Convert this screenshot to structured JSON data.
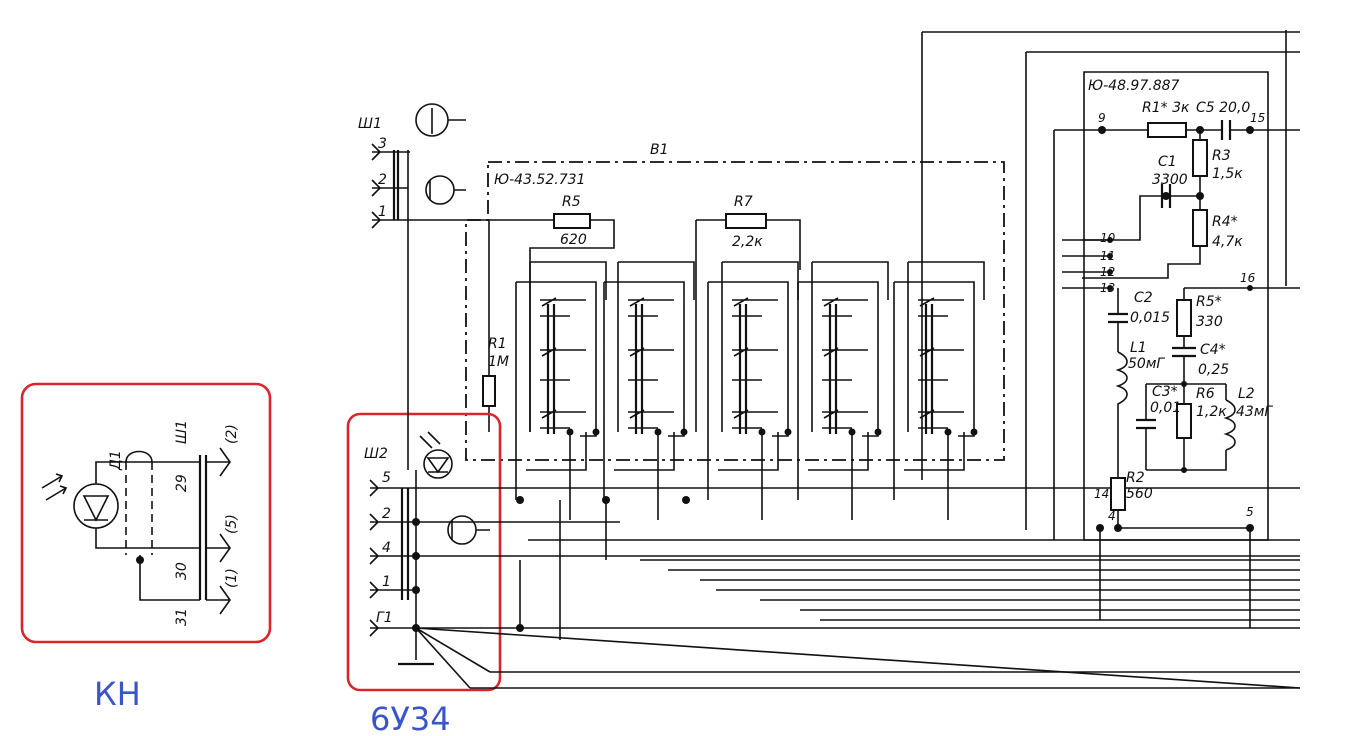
{
  "left_box": {
    "diode_label": "Д1",
    "connector_label": "Ш1",
    "pins": [
      "(2)",
      "(5)",
      "(1)"
    ],
    "wire_numbers": [
      "29",
      "30",
      "31"
    ],
    "caption": "КН"
  },
  "mid_box": {
    "connector_label": "Ш2",
    "pins": [
      "5",
      "2",
      "4",
      "1",
      "Г1"
    ],
    "caption": "6У34"
  },
  "input_connector": {
    "label": "Ш1",
    "pins": [
      "3",
      "2",
      "1"
    ]
  },
  "switch_block": {
    "label": "В1",
    "board_id": "Ю-43.52.731"
  },
  "filter_board": {
    "board_id": "Ю-48.97.887",
    "pin_numbers": [
      "9",
      "15",
      "10",
      "11",
      "12",
      "13",
      "16",
      "14",
      "4",
      "5"
    ]
  },
  "components": {
    "R1": "R1",
    "R1_value": "1М",
    "R5": "R5",
    "R5_value": "620",
    "R7": "R7",
    "R7_value": "2,2к",
    "R1s": "R1* 3к",
    "C5": "C5 20,0",
    "C1": "C1",
    "C1_value": "3300",
    "R3": "R3",
    "R3_value": "1,5к",
    "R4": "R4*",
    "R4_value": "4,7к",
    "C2": "C2",
    "C2_value": "0,015",
    "L1": "L1",
    "L1_value": "50мГ",
    "R5s": "R5*",
    "R5s_value": "330",
    "C4": "C4*",
    "C4_value": "0,25",
    "C3": "C3*",
    "C3_value": "0,01",
    "R6": "R6",
    "R6_value": "1,2к",
    "L2": "L2",
    "L2_value": "43мГ",
    "R2": "R2",
    "R2_value": "560"
  },
  "colors": {
    "highlight": "#d9262e",
    "caption": "#3a55c8",
    "ink": "#111111"
  }
}
